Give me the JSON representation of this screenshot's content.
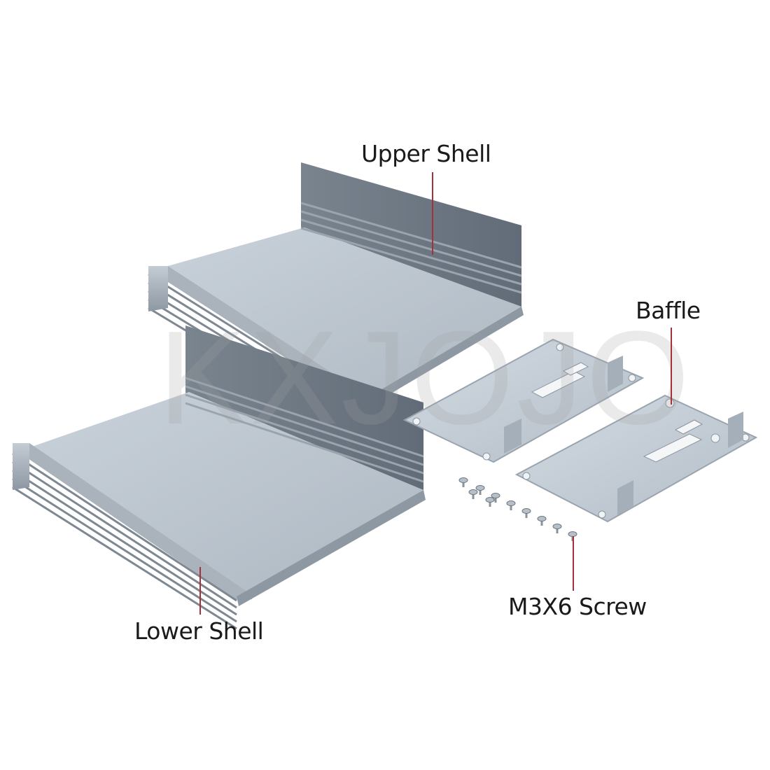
{
  "watermark": "KXJOJO",
  "labels": {
    "upper_shell": "Upper Shell",
    "lower_shell": "Lower Shell",
    "baffle": "Baffle",
    "screw": "M3X6 Screw"
  },
  "colors": {
    "leader_line": "#a3323b",
    "shell_floor": "#bcc6cf",
    "shell_wall": "#6e7884",
    "baffle_plate": "#c5ced6",
    "text": "#1a1a1a"
  },
  "parts": {
    "screw_count": 10,
    "baffle_count": 2
  }
}
